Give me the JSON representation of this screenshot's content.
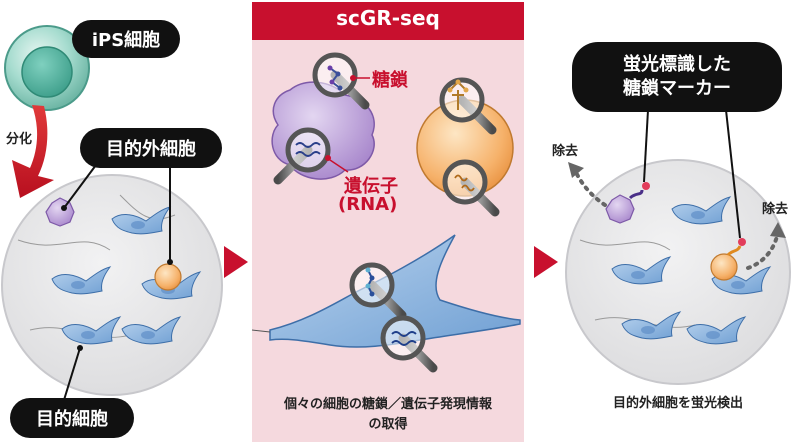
{
  "labels": {
    "ips_cell": "iPS細胞",
    "differentiation": "分化",
    "target_other_cells": "目的外細胞",
    "target_cells": "目的細胞",
    "method_title": "scGR-seq",
    "glycan": "糖鎖",
    "gene_line1": "遺伝子",
    "gene_line2": "(RNA)",
    "method_caption_line1": "個々の細胞の糖鎖／遺伝子発現情報",
    "method_caption_line2": "の取得",
    "marker_line1": "蛍光標識した",
    "marker_line2": "糖鎖マーカー",
    "removal_left": "除去",
    "removal_right": "除去",
    "result_caption": "目的外細胞を蛍光検出"
  },
  "colors": {
    "accent_red": "#c8102e",
    "panel_pink": "#f5d9de",
    "dish_gray": "#e4e4e6",
    "ips_teal": "#6fc2b2",
    "blue_cell": "#8fb8e0",
    "orange_cell": "#f6b26b",
    "purple_cell": "#b89ad6"
  }
}
